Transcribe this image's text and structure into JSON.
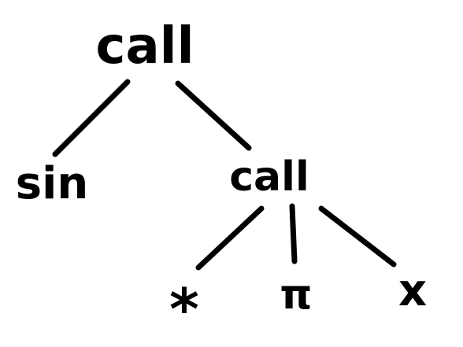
{
  "tree": {
    "root": {
      "label": "call",
      "children": [
        {
          "label": "sin",
          "children": []
        },
        {
          "label": "call",
          "children": [
            {
              "label": "*",
              "children": []
            },
            {
              "label": "π",
              "children": []
            },
            {
              "label": "x",
              "children": []
            }
          ]
        }
      ]
    }
  }
}
